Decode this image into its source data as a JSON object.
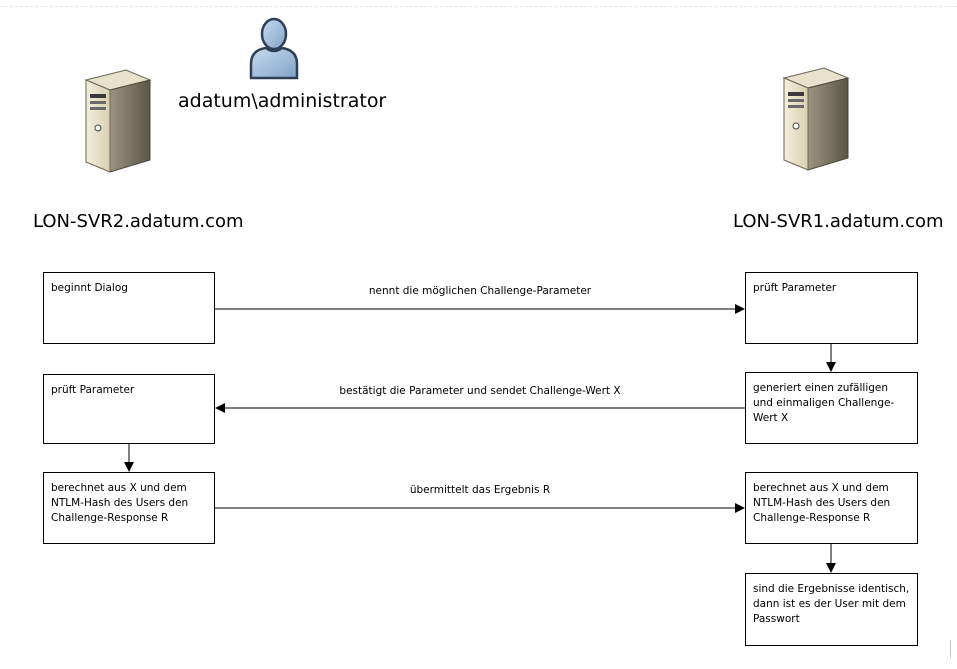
{
  "user": {
    "label": "adatum\\administrator",
    "icon": "user-icon"
  },
  "client": {
    "host": "LON-SVR2.adatum.com",
    "icon": "server-tower-icon"
  },
  "server": {
    "host": "LON-SVR1.adatum.com",
    "icon": "server-tower-icon"
  },
  "left_steps": [
    "beginnt Dialog",
    "prüft Parameter",
    "berechnet aus X und dem NTLM-Hash des Users den Challenge-Response R"
  ],
  "right_steps": [
    "prüft Parameter",
    "generiert einen zufälligen und einmaligen Challenge-Wert X",
    "berechnet aus X und dem NTLM-Hash des Users den Challenge-Response R",
    "sind die Ergebnisse identisch, dann ist es der User mit dem Passwort"
  ],
  "messages": [
    "nennt die möglichen Challenge-Parameter",
    "bestätigt die Parameter und sendet Challenge-Wert X",
    "übermittelt das Ergebnis R"
  ]
}
